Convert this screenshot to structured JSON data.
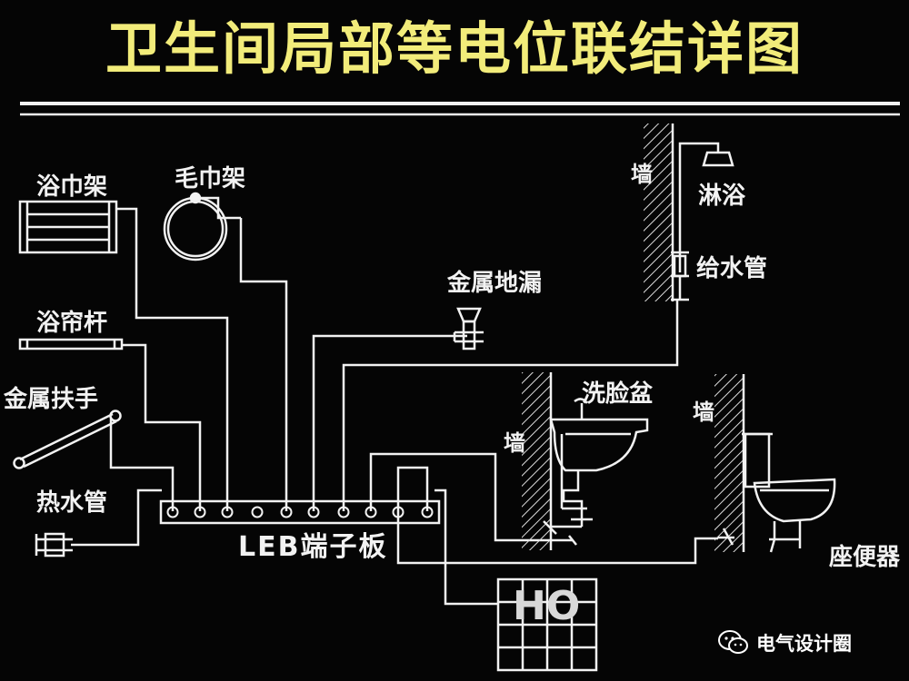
{
  "title": "卫生间局部等电位联结详图",
  "labels": {
    "bath_towel_rack": "浴巾架",
    "towel_ring": "毛巾架",
    "curtain_rod": "浴帘杆",
    "handrail": "金属扶手",
    "hot_water_pipe": "热水管",
    "floor_drain": "金属地漏",
    "wall_1": "墙",
    "shower": "淋浴",
    "water_supply_pipe": "给水管",
    "washbasin": "洗脸盆",
    "wall_2": "墙",
    "wall_3": "墙",
    "toilet": "座便器",
    "terminal_board": "LEB端子板",
    "tile_mark": "HO"
  },
  "watermark": "电气设计圈",
  "colors": {
    "line": "#f2f2f2",
    "title": "#f2ec7a",
    "background": "#050505"
  },
  "icons": {
    "watermark_icon": "wechat-icon"
  }
}
